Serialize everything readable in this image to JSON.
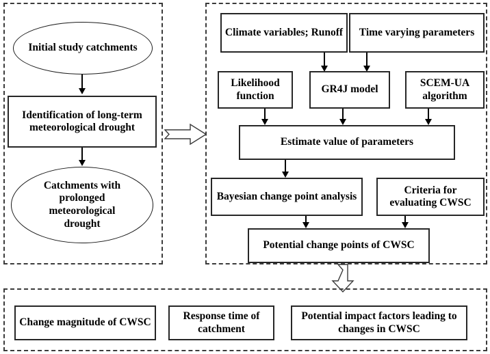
{
  "diagram": {
    "title": "CWSC change-point analysis methodology flowchart",
    "colors": {
      "panel_border": "#3a3a3a",
      "node_border": "#262626",
      "ellipse_border": "#1a1a1a",
      "connector": "#000000",
      "background": "#ffffff"
    }
  },
  "panels": {
    "left": {
      "name": "catchment-selection-panel"
    },
    "right": {
      "name": "model-calibration-panel"
    },
    "bottom": {
      "name": "results-panel"
    }
  },
  "left_panel": {
    "nodes": [
      {
        "id": "initial-study-catchments",
        "shape": "ellipse",
        "label": "Initial study catchments"
      },
      {
        "id": "identification-long-term-drought",
        "shape": "rect",
        "label": "Identification of long-term meteorological drought"
      },
      {
        "id": "catchments-prolonged-drought",
        "shape": "ellipse",
        "label": "Catchments with prolonged meteorological drought"
      }
    ]
  },
  "right_panel": {
    "nodes": [
      {
        "id": "climate-variables-runoff",
        "shape": "rect",
        "label": "Climate variables; Runoff"
      },
      {
        "id": "time-varying-parameters",
        "shape": "rect",
        "label": "Time varying parameters"
      },
      {
        "id": "likelihood-function",
        "shape": "rect",
        "label": "Likelihood function"
      },
      {
        "id": "gr4j-model",
        "shape": "rect",
        "label": "GR4J model"
      },
      {
        "id": "scem-ua-algorithm",
        "shape": "rect",
        "label": "SCEM-UA algorithm"
      },
      {
        "id": "estimate-value-of-parameters",
        "shape": "rect",
        "label": "Estimate value of parameters"
      },
      {
        "id": "bayesian-change-point-analysis",
        "shape": "rect",
        "label": "Bayesian change point analysis"
      },
      {
        "id": "criteria-for-evaluating-cwsc",
        "shape": "rect",
        "label": "Criteria for evaluating CWSC"
      },
      {
        "id": "potential-change-points-of-cwsc",
        "shape": "rect",
        "label": "Potential change points of CWSC"
      }
    ]
  },
  "bottom_panel": {
    "nodes": [
      {
        "id": "change-magnitude-of-cwsc",
        "shape": "rect",
        "label": "Change magnitude of CWSC"
      },
      {
        "id": "response-time-of-catchment",
        "shape": "rect",
        "label": "Response time of catchment"
      },
      {
        "id": "potential-impact-factors",
        "shape": "rect",
        "label": "Potential impact factors leading to changes in CWSC"
      }
    ]
  },
  "connectors": {
    "left_to_right": {
      "id": "left-to-right-block-arrow",
      "direction": "right",
      "style": "hollow-block-arrow"
    },
    "right_to_bottom": {
      "id": "right-to-bottom-block-arrow",
      "direction": "down",
      "style": "hollow-block-arrow"
    }
  }
}
